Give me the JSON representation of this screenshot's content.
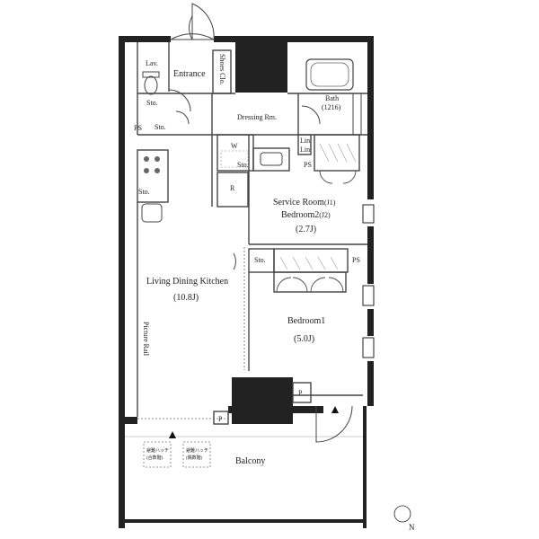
{
  "rooms": {
    "lav": "Lav.",
    "entrance": "Entrance",
    "shoes_closet": "Shoes Clo.",
    "bath": "Bath",
    "bath_size": "(1216)",
    "dressing": "Dressing Rm.",
    "service_room_line1": "Service Room",
    "service_room_line1_note": "(J1)",
    "service_room_line2": "Bedroom2",
    "service_room_line2_note": "(J2)",
    "service_room_size": "(2.7J)",
    "ldk": "Living Dining Kitchen",
    "ldk_size": "(10.8J)",
    "bedroom1": "Bedroom1",
    "bedroom1_size": "(5.0J)",
    "balcony": "Balcony",
    "picture_rail": "Picture Rail"
  },
  "fixtures": {
    "storage": "Sto.",
    "pipe_space": "PS",
    "washer": "W",
    "refrigerator": "R",
    "linen": "Lin",
    "p_space": "P"
  },
  "hatches": {
    "left_line1": "避難ハッチ",
    "left_line2": "(合数階)",
    "right_line1": "避難ハッチ",
    "right_line2": "(偶数階)"
  },
  "compass": {
    "north": "N"
  }
}
